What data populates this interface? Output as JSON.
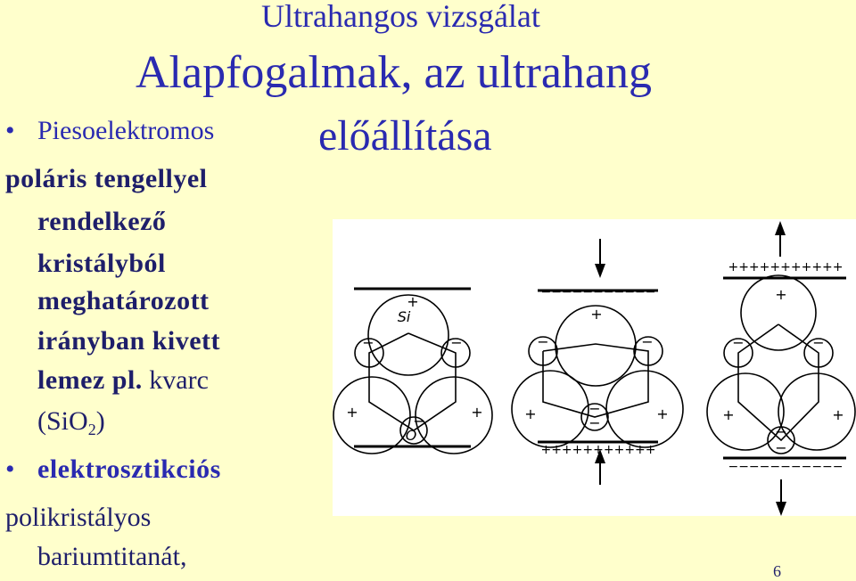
{
  "header": {
    "supertitle": "Ultrahangos vizsgálat",
    "title_line1": "Alapfogalmak, az ultrahang",
    "title_line2": "előállítása"
  },
  "left_text": {
    "bullet1": "Piesoelektromos",
    "line1": "poláris tengellyel",
    "line2": "rendelkező",
    "line3": "kristályból",
    "line4": "meghatározott",
    "line5": "irányban kivett",
    "line6_bold": "lemez pl.",
    "line6_normal": " kvarc",
    "line7_pre": "(SiO",
    "line7_sub": "2",
    "line7_post": ")",
    "bullet2": "elektrosztikciós",
    "line8": "polikristályos",
    "line9": "bariumtitanát,"
  },
  "diagram": {
    "si_label": "Si",
    "o_label": "O",
    "plus": "+",
    "minus": "−",
    "plus_row": "+++++++++++",
    "minus_row": "−−−−−−−−−−−"
  },
  "page_number": "6"
}
